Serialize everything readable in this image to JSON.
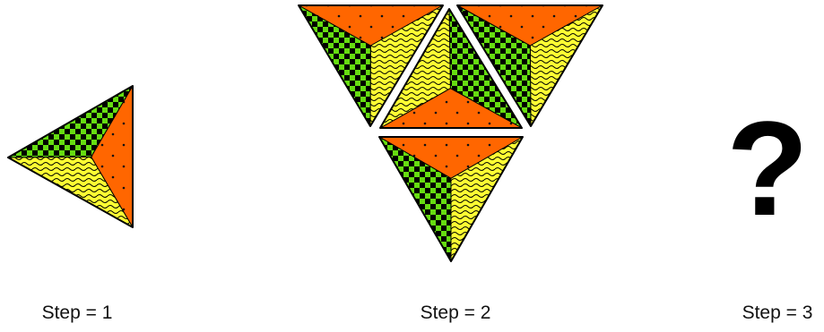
{
  "steps": [
    {
      "label": "Step = 1"
    },
    {
      "label": "Step = 2"
    },
    {
      "label": "Step = 3"
    }
  ],
  "unknown_step_glyph": "?",
  "colors": {
    "orange": "#ff6600",
    "yellow": "#ffff33",
    "green": "#66dd11",
    "black": "#000000"
  },
  "patterns": {
    "orange": "dotted",
    "green": "checkerboard",
    "yellow": "wavy-lines"
  },
  "tile_counts": {
    "step_1": 1,
    "step_2": 4
  }
}
